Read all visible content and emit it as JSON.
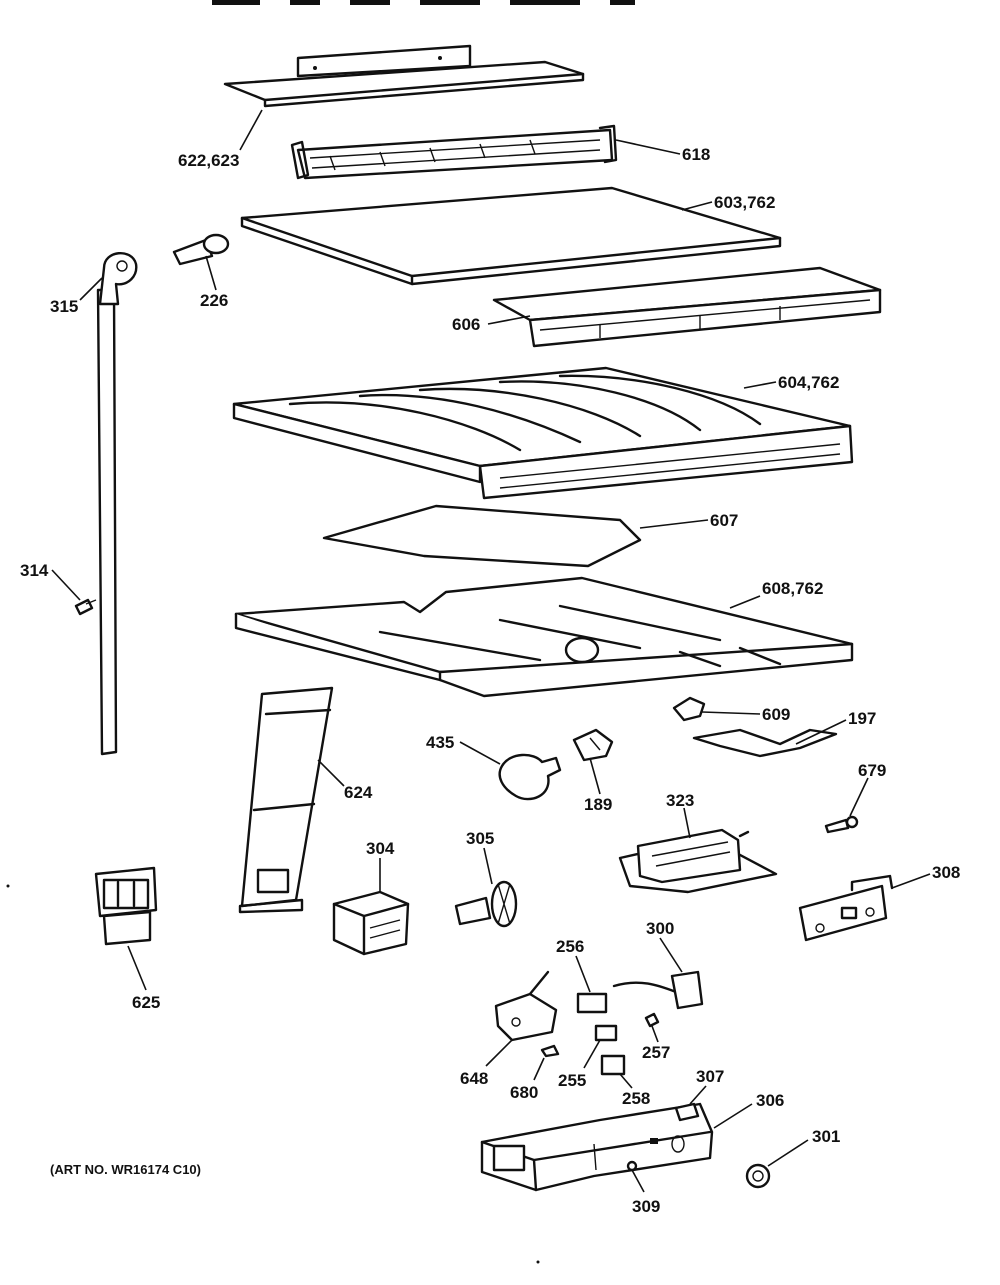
{
  "art_number": "(ART NO. WR16174 C10)",
  "labels": {
    "l622": "622,623",
    "l618": "618",
    "l603": "603,762",
    "l315": "315",
    "l226": "226",
    "l606": "606",
    "l604": "604,762",
    "l607": "607",
    "l314": "314",
    "l608": "608,762",
    "l609": "609",
    "l197": "197",
    "l435": "435",
    "l189": "189",
    "l624": "624",
    "l679": "679",
    "l323": "323",
    "l304": "304",
    "l305": "305",
    "l308": "308",
    "l625": "625",
    "l256": "256",
    "l300": "300",
    "l648": "648",
    "l680": "680",
    "l255": "255",
    "l257": "257",
    "l258": "258",
    "l307": "307",
    "l306": "306",
    "l301": "301",
    "l309": "309"
  }
}
